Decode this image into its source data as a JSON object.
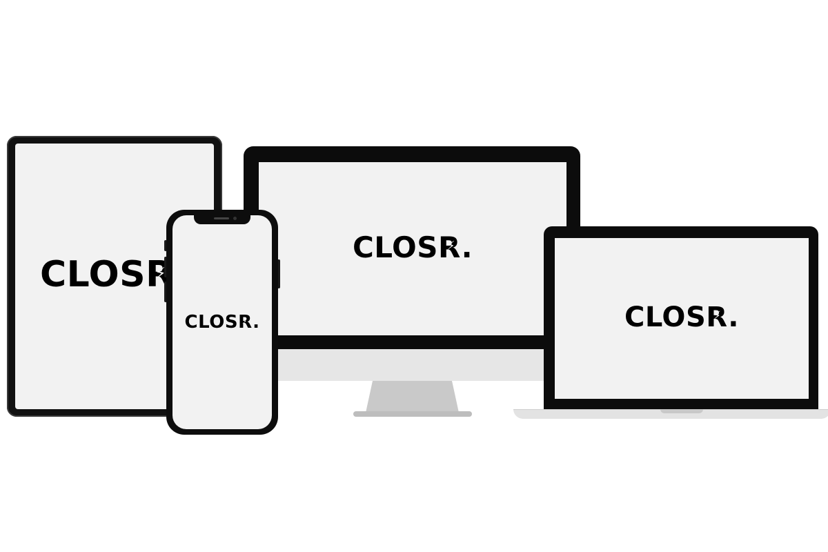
{
  "brand": {
    "logo_text": "CLOSR.",
    "bolt_icon": "lightning-bolt-icon"
  },
  "devices": {
    "tablet": {
      "logo": "CLOSR."
    },
    "phone": {
      "logo": "CLOSR."
    },
    "monitor": {
      "logo": "CLOSR."
    },
    "laptop": {
      "logo": "CLOSR."
    }
  },
  "colors": {
    "background": "#ffffff",
    "device_frame": "#0c0c0c",
    "screen": "#f2f2f2",
    "logo": "#000000",
    "chin": "#e6e6e6"
  }
}
